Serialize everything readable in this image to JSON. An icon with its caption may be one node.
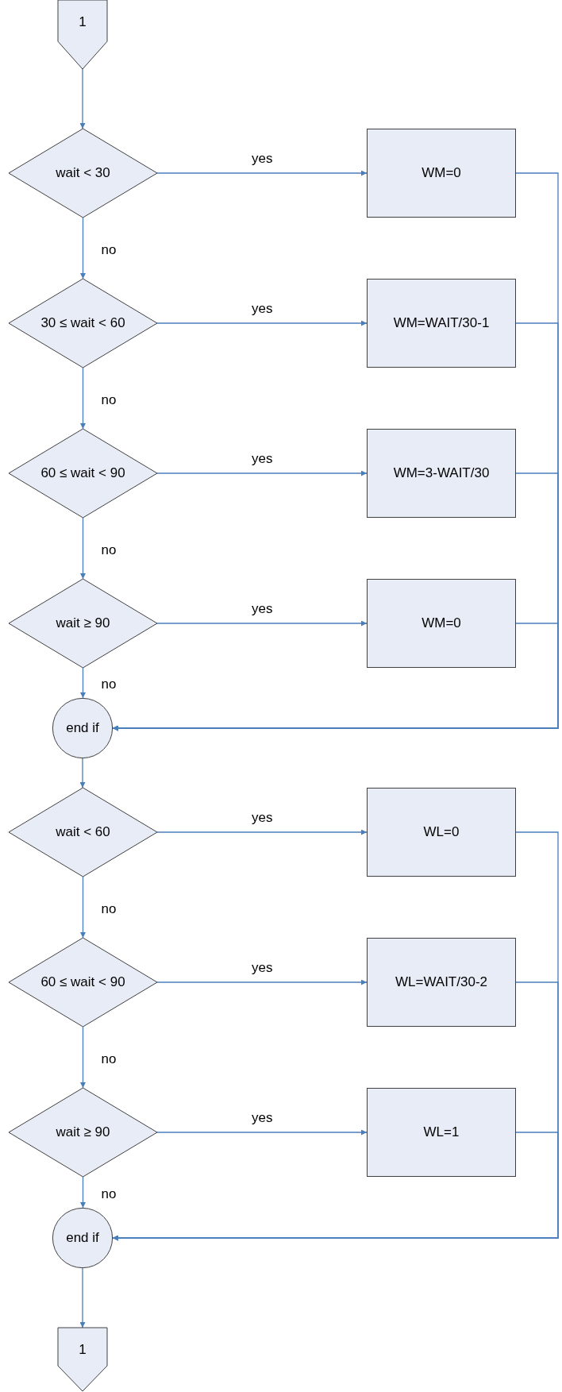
{
  "diagram": {
    "nodes": [
      {
        "text": [
          "1"
        ]
      },
      {
        "text": [
          "wait < 30"
        ]
      },
      {
        "text": [
          "WM=0"
        ]
      },
      {
        "text": [
          "30 ≤ wait < 60"
        ]
      },
      {
        "text": [
          "WM=WAIT/30-1"
        ]
      },
      {
        "text": [
          "60 ≤ wait < 90"
        ]
      },
      {
        "text": [
          "WM=3-WAIT/30"
        ]
      },
      {
        "text": [
          "wait ≥ 90"
        ]
      },
      {
        "text": [
          "WM=0"
        ]
      },
      {
        "text": [
          "end if"
        ]
      },
      {
        "text": [
          "wait < 60"
        ]
      },
      {
        "text": [
          "WL=0"
        ]
      },
      {
        "text": [
          "60 ≤ wait < 90"
        ]
      },
      {
        "text": [
          "WL=WAIT/30-2"
        ]
      },
      {
        "text": [
          "wait ≥ 90"
        ]
      },
      {
        "text": [
          "WL=1"
        ]
      },
      {
        "text": [
          "end if"
        ]
      },
      {
        "text": [
          "1"
        ]
      }
    ],
    "edges": [
      {
        "from": 0,
        "to": 1,
        "arrow": "to"
      },
      {
        "from": 1,
        "to": 2,
        "arrow": "to",
        "label": "yes"
      },
      {
        "from": 1,
        "to": 3,
        "arrow": "to",
        "label": "no"
      },
      {
        "from": 3,
        "to": 4,
        "arrow": "to",
        "label": "yes"
      },
      {
        "from": 3,
        "to": 5,
        "arrow": "to",
        "label": "no"
      },
      {
        "from": 5,
        "to": 6,
        "arrow": "to",
        "label": "yes"
      },
      {
        "from": 5,
        "to": 7,
        "arrow": "to",
        "label": "no"
      },
      {
        "from": 7,
        "to": 8,
        "arrow": "to",
        "label": "yes"
      },
      {
        "from": 7,
        "to": 9,
        "arrow": "to",
        "label": "no"
      },
      {
        "from": 2,
        "to": 9,
        "arrow": "to"
      },
      {
        "from": 4,
        "to": 9,
        "arrow": "to"
      },
      {
        "from": 6,
        "to": 9,
        "arrow": "to"
      },
      {
        "from": 8,
        "to": 9,
        "arrow": "to"
      },
      {
        "from": 9,
        "to": 10,
        "arrow": "to"
      },
      {
        "from": 10,
        "to": 11,
        "arrow": "to",
        "label": "yes"
      },
      {
        "from": 10,
        "to": 12,
        "arrow": "to",
        "label": "no"
      },
      {
        "from": 12,
        "to": 13,
        "arrow": "to",
        "label": "yes"
      },
      {
        "from": 12,
        "to": 14,
        "arrow": "to",
        "label": "no"
      },
      {
        "from": 14,
        "to": 15,
        "arrow": "to",
        "label": "yes"
      },
      {
        "from": 14,
        "to": 16,
        "arrow": "to",
        "label": "no"
      },
      {
        "from": 11,
        "to": 16,
        "arrow": "to"
      },
      {
        "from": 13,
        "to": 16,
        "arrow": "to"
      },
      {
        "from": 15,
        "to": 16,
        "arrow": "to"
      },
      {
        "from": 16,
        "to": 17,
        "arrow": "to"
      }
    ]
  }
}
